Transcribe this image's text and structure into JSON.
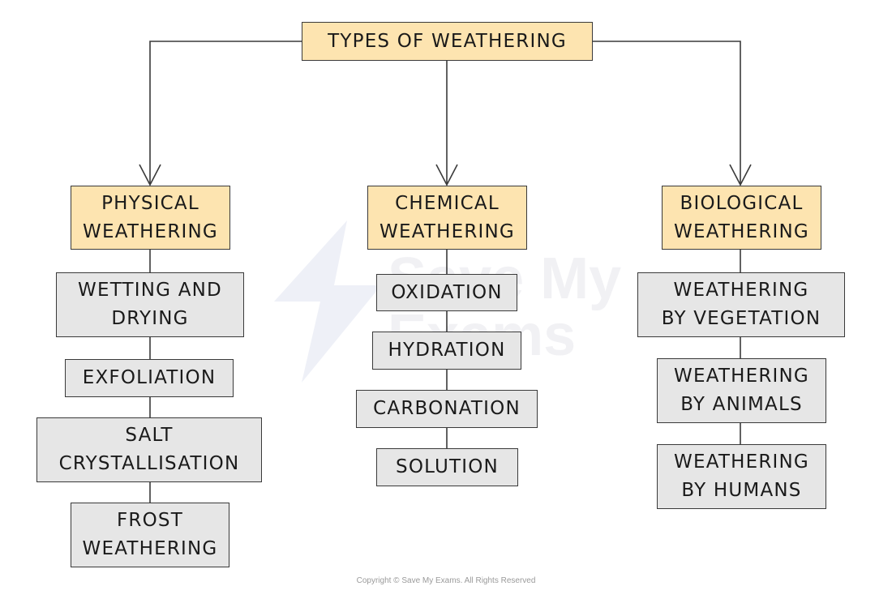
{
  "root": {
    "label": "TYPES OF WEATHERING"
  },
  "categories": [
    {
      "label": "PHYSICAL\nWEATHERING",
      "items": [
        "WETTING AND\nDRYING",
        "EXFOLIATION",
        "SALT\nCRYSTALLISATION",
        "FROST\nWEATHERING"
      ]
    },
    {
      "label": "CHEMICAL\nWEATHERING",
      "items": [
        "OXIDATION",
        "HYDRATION",
        "CARBONATION",
        "SOLUTION"
      ]
    },
    {
      "label": "BIOLOGICAL\nWEATHERING",
      "items": [
        "WEATHERING\nBY VEGETATION",
        "WEATHERING\nBY ANIMALS",
        "WEATHERING\nBY HUMANS"
      ]
    }
  ],
  "watermark": {
    "text_line1": "Save My",
    "text_line2": "Exams"
  },
  "footer": {
    "copyright": "Copyright © Save My Exams. All Rights Reserved"
  },
  "colors": {
    "category_fill": "#fde4b0",
    "item_fill": "#e6e6e6",
    "line": "#3a3a3a"
  }
}
